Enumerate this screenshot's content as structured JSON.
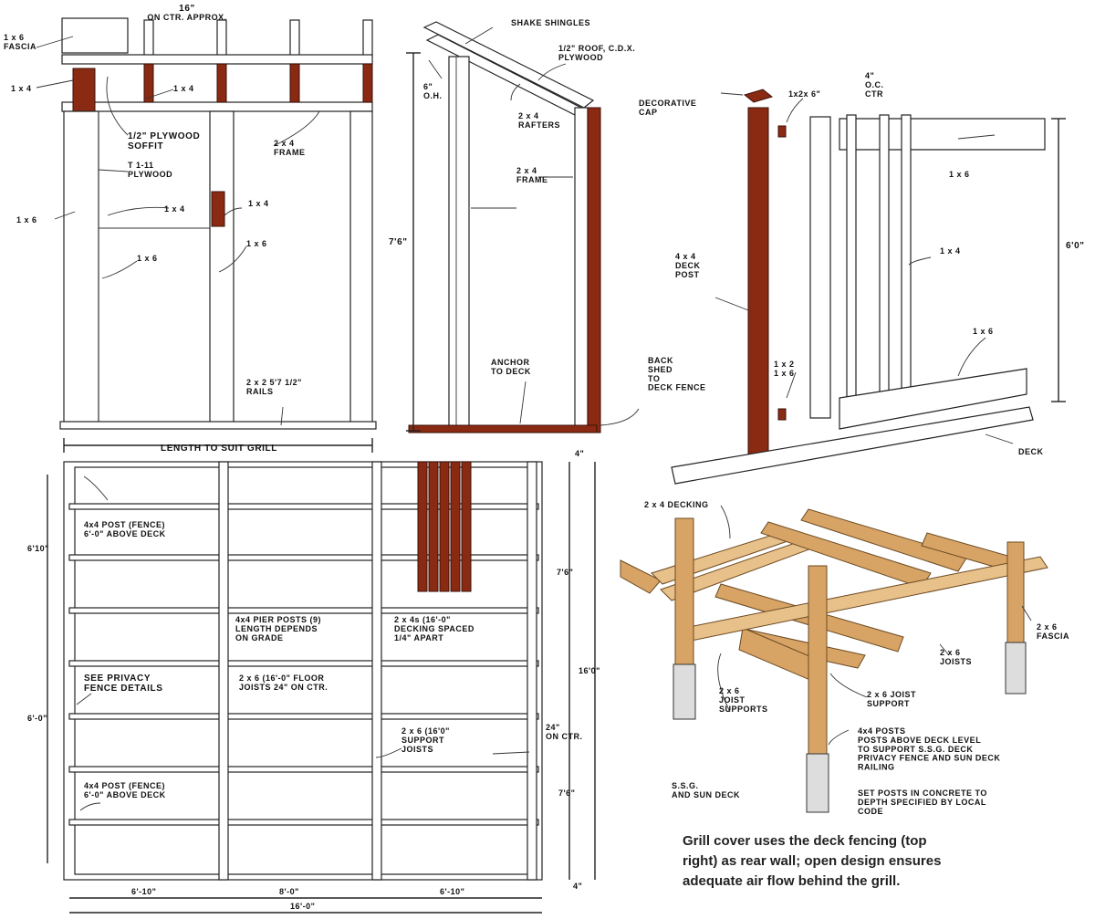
{
  "front_elevation": {
    "spacing": "16\"",
    "spacing_note": "ON CTR. APPROX.",
    "fascia": "1 x 6\nFASCIA",
    "l_1x4_top": "1 x 4",
    "l_1x4_mid": "1 x 4",
    "soffit": "1/2\" PLYWOOD\nSOFFIT",
    "frame": "2 x 4\nFRAME",
    "t111": "T 1-11\nPLYWOOD",
    "l_1x6_left": "1 x 6",
    "l_1x4_a": "1 x 4",
    "l_1x4_b": "1 x 4",
    "l_1x6_a": "1 x 6",
    "l_1x6_b": "1 x 6",
    "rails": "2 x 2 5'7 1/2\"\nRAILS",
    "length": "LENGTH TO SUIT GRILL"
  },
  "side_elevation": {
    "shingles": "SHAKE SHINGLES",
    "roof": "1/2\" ROOF, C.D.X.\nPLYWOOD",
    "overhang": "6\"\nO.H.",
    "rafters": "2 x 4\nRAFTERS",
    "frame": "2 x 4\nFRAME",
    "height": "7'6\"",
    "anchor": "ANCHOR\nTO DECK",
    "back": "BACK\nSHED\nTO\nDECK FENCE"
  },
  "fence_detail": {
    "cap": "DECORATIVE\nCAP",
    "cap_size": "1x2x 6\"",
    "spacing": "4\"\nO.C.\nCTR",
    "l_1x6_top": "1 x 6",
    "post": "4 x 4\nDECK\nPOST",
    "l_1x4": "1 x 4",
    "height": "6'0\"",
    "l_1x6_bot": "1 x 6",
    "l_1x2": "1 x 2\n1 x 6",
    "deck": "DECK"
  },
  "plan": {
    "dim_top": "4\"",
    "post_fence_1": "4x4 POST (FENCE)\n6'-0\" ABOVE DECK",
    "dim_6_10": "6'10\"",
    "dim_7_6": "7'6\"",
    "pier_posts": "4x4 PIER POSTS (9)\nLENGTH DEPENDS\nON GRADE",
    "decking": "2 x 4s (16'-0\"\nDECKING SPACED\n1/4\" APART",
    "dim_16_0": "16'0\"",
    "privacy": "SEE PRIVACY\nFENCE DETAILS",
    "floor_joists": "2 x 6 (16'-0\" FLOOR\nJOISTS 24\" ON CTR.",
    "dim_6_0": "6'-0\"",
    "support_joists": "2 x 6 (16'0\"\nSUPPORT\nJOISTS",
    "on_ctr": "24\"\nON CTR.",
    "post_fence_2": "4x4 POST (FENCE)\n6'-0\" ABOVE DECK",
    "dim_7_6b": "7'6\"",
    "dim_bot": "4\"",
    "seg_1": "6'-10\"",
    "seg_2": "8'-0\"",
    "seg_3": "6'-10\"",
    "total": "16'-0\""
  },
  "deck_framing": {
    "decking": "2 x 4 DECKING",
    "fascia": "2 x 6\nFASCIA",
    "joists": "2 x 6\nJOISTS",
    "joist_supports": "2 x 6\nJOIST\nSUPPORTS",
    "joist_support": "2 x 6 JOIST\nSUPPORT",
    "posts": "4x4 POSTS\nPOSTS ABOVE DECK LEVEL\nTO SUPPORT S.S.G. DECK\nPRIVACY FENCE AND SUN DECK\nRAILING",
    "ssg": "S.S.G.\nAND SUN DECK",
    "concrete": "SET POSTS IN CONCRETE TO\nDEPTH SPECIFIED BY LOCAL\nCODE"
  },
  "caption": {
    "line1": "Grill cover uses the deck fencing (top",
    "line2": "right) as rear wall; open design ensures",
    "line3": "adequate air flow behind the grill."
  },
  "colors": {
    "red_wood": "#8b2a12",
    "tan_wood": "#d8a466"
  }
}
